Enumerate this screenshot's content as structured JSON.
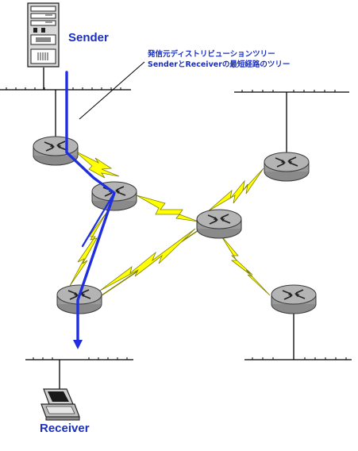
{
  "labels": {
    "sender": "Sender",
    "receiver": "Receiver",
    "annotation_line1": "発信元ディストリビューションツリー",
    "annotation_line2": "SenderとReceiverの最短経路のツリー"
  },
  "colors": {
    "background": "#ffffff",
    "label_text": "#1a2fbf",
    "tree_path": "#1f2fe0",
    "wan_link": "#ffff00",
    "wan_link_outline": "#808000",
    "router_body": "#a9a9a9",
    "lan_segment": "#000000"
  },
  "icons": {
    "server": "server-tower-icon",
    "router": "router-icon",
    "laptop": "laptop-icon",
    "wan": "lightning-link-icon"
  }
}
